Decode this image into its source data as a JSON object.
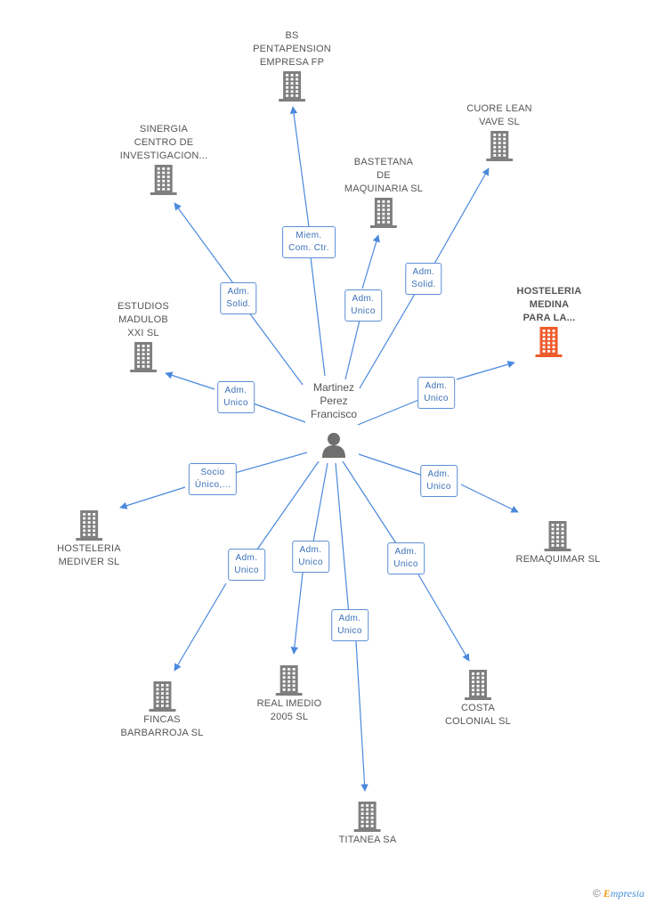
{
  "colors": {
    "edge": "#4a89dc",
    "building": "#7f7f7f",
    "building_highlight": "#ef5a2a",
    "person": "#6f6f6f"
  },
  "person": {
    "name_lines": [
      "Martinez",
      "Perez",
      "Francisco"
    ],
    "icon": "person-icon"
  },
  "companies": [
    {
      "id": "bs-pentapension",
      "lines": [
        "BS",
        "PENTAPENSION",
        "EMPRESA FP"
      ],
      "label_position": "above",
      "highlight": false,
      "role": [
        "Miem.",
        "Com. Ctr."
      ]
    },
    {
      "id": "cuore-lean-vave",
      "lines": [
        "CUORE LEAN",
        "VAVE  SL"
      ],
      "label_position": "above",
      "highlight": false,
      "role": [
        "Adm.",
        "Solid."
      ]
    },
    {
      "id": "sinergia",
      "lines": [
        "SINERGIA",
        "CENTRO DE",
        "INVESTIGACION..."
      ],
      "label_position": "above",
      "highlight": false,
      "role": [
        "Adm.",
        "Solid."
      ]
    },
    {
      "id": "bastetana",
      "lines": [
        "BASTETANA",
        "DE",
        "MAQUINARIA SL"
      ],
      "label_position": "above",
      "highlight": false,
      "role": [
        "Adm.",
        "Unico"
      ]
    },
    {
      "id": "hosteleria-medina",
      "lines": [
        "HOSTELERIA",
        "MEDINA",
        "PARA LA..."
      ],
      "label_position": "above",
      "highlight": true,
      "role": [
        "Adm.",
        "Unico"
      ]
    },
    {
      "id": "estudios-madulob",
      "lines": [
        "ESTUDIOS",
        "MADULOB",
        "XXI SL"
      ],
      "label_position": "above",
      "highlight": false,
      "role": [
        "Adm.",
        "Unico"
      ]
    },
    {
      "id": "hosteleria-mediver",
      "lines": [
        "HOSTELERIA",
        "MEDIVER SL"
      ],
      "label_position": "below",
      "highlight": false,
      "role": [
        "Socio",
        "Único,..."
      ]
    },
    {
      "id": "remaquimar",
      "lines": [
        "REMAQUIMAR SL"
      ],
      "label_position": "below",
      "highlight": false,
      "role": [
        "Adm.",
        "Unico"
      ]
    },
    {
      "id": "fincas-barbarroja",
      "lines": [
        "FINCAS",
        "BARBARROJA SL"
      ],
      "label_position": "below",
      "highlight": false,
      "role": [
        "Adm.",
        "Unico"
      ]
    },
    {
      "id": "real-imedio",
      "lines": [
        "REAL IMEDIO",
        "2005 SL"
      ],
      "label_position": "below",
      "highlight": false,
      "role": [
        "Adm.",
        "Unico"
      ]
    },
    {
      "id": "costa-colonial",
      "lines": [
        "COSTA",
        "COLONIAL  SL"
      ],
      "label_position": "below",
      "highlight": false,
      "role": [
        "Adm.",
        "Unico"
      ]
    },
    {
      "id": "titanea",
      "lines": [
        "TITANEA SA"
      ],
      "label_position": "below",
      "highlight": false,
      "role": [
        "Adm.",
        "Unico"
      ]
    }
  ],
  "footer": {
    "copyright": "©",
    "brand_first": "E",
    "brand_rest": "mpresia"
  }
}
